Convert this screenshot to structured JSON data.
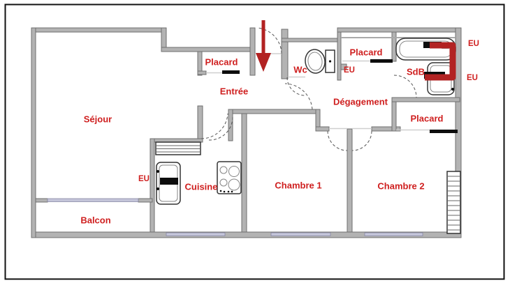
{
  "rooms": {
    "sejour": "Séjour",
    "balcon": "Balcon",
    "entree": "Entrée",
    "cuisine": "Cuisine",
    "wc": "Wc",
    "sdb": "SdB",
    "degagement": "Dégagement",
    "chambre1": "Chambre 1",
    "chambre2": "Chambre 2",
    "placard_entree": "Placard",
    "placard_hall": "Placard",
    "placard_chambre2": "Placard"
  },
  "water_labels": {
    "eu_wc": "EU",
    "eu_cuisine": "EU",
    "eu_bath": "EU",
    "eu_sink": "EU"
  },
  "colors": {
    "label_red": "#cf1f1f",
    "flow_red": "#b22222",
    "wall_gray": "#b3b3b3",
    "window_blue": "#c3c4d9"
  }
}
